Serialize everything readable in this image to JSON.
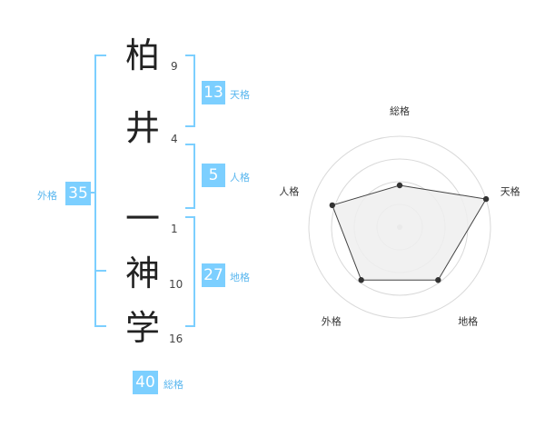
{
  "name": {
    "characters": [
      {
        "kanji": "柏",
        "strokes": "9"
      },
      {
        "kanji": "井",
        "strokes": "4"
      },
      {
        "kanji": "一",
        "strokes": "1"
      },
      {
        "kanji": "神",
        "strokes": "10"
      },
      {
        "kanji": "学",
        "strokes": "16"
      }
    ]
  },
  "fortune": {
    "tenkaku": {
      "value": "13",
      "label": "天格"
    },
    "jinkaku": {
      "value": "5",
      "label": "人格"
    },
    "chikaku": {
      "value": "27",
      "label": "地格"
    },
    "gaikaku": {
      "value": "35",
      "label": "外格"
    },
    "soukaku": {
      "value": "40",
      "label": "総格"
    }
  },
  "chart_data": {
    "type": "radar",
    "axes": [
      "総格",
      "天格",
      "地格",
      "外格",
      "人格"
    ],
    "values": [
      2.3,
      5.0,
      3.6,
      3.6,
      3.9
    ],
    "max": 5,
    "rings": 4,
    "colors": {
      "fill": "#eeeeee",
      "line": "#444444",
      "point": "#333333",
      "grid": "#d9d9d9"
    }
  }
}
